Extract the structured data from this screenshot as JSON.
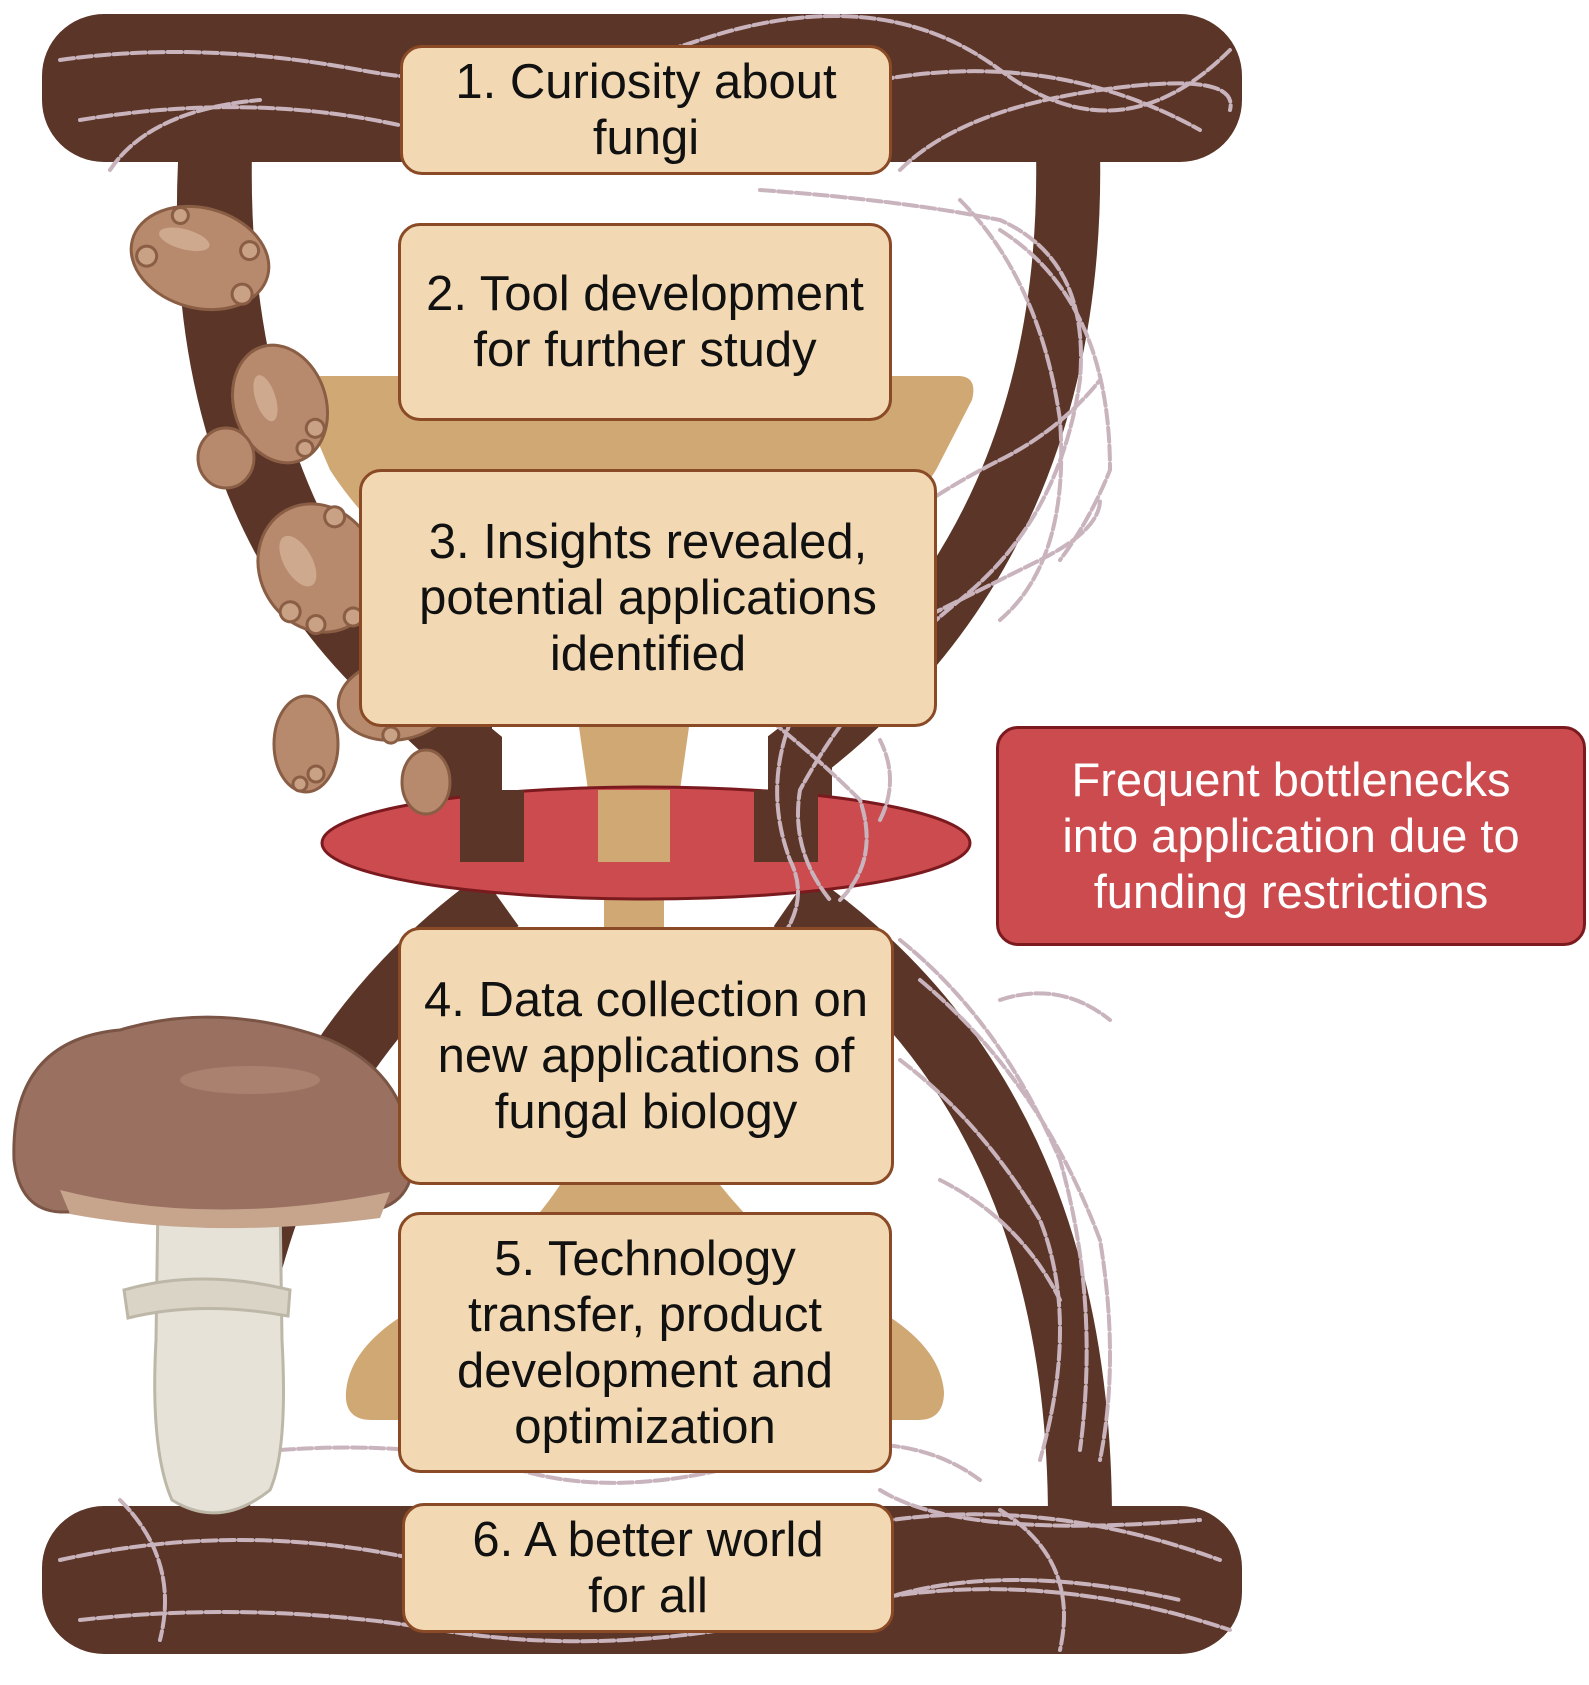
{
  "colors": {
    "frame": "#5b3527",
    "sand": "#cfa874",
    "box_fill": "#f2d9b3",
    "box_border": "#8a4a26",
    "bottleneck": "#cc4b4e",
    "hyphae": "#c9b4bd",
    "spore": "#b78a6e",
    "mushroom_cap": "#9a7060",
    "mushroom_stem": "#e6e2d8"
  },
  "steps": [
    {
      "label": "1. Curiosity about\nfungi"
    },
    {
      "label": "2. Tool development\nfor further study"
    },
    {
      "label": "3. Insights revealed,\npotential applications\nidentified"
    },
    {
      "label": "4. Data collection on\nnew applications of\nfungal biology"
    },
    {
      "label": "5. Technology\ntransfer, product\ndevelopment and\noptimization"
    },
    {
      "label": "6. A better world\nfor all"
    }
  ],
  "bottleneck_note": {
    "label": "Frequent bottlenecks\ninto application due to\nfunding restrictions"
  },
  "icons": {
    "spores": "spore-cluster-icon",
    "mushroom": "mushroom-icon",
    "hyphae": "hyphae-network-icon"
  }
}
